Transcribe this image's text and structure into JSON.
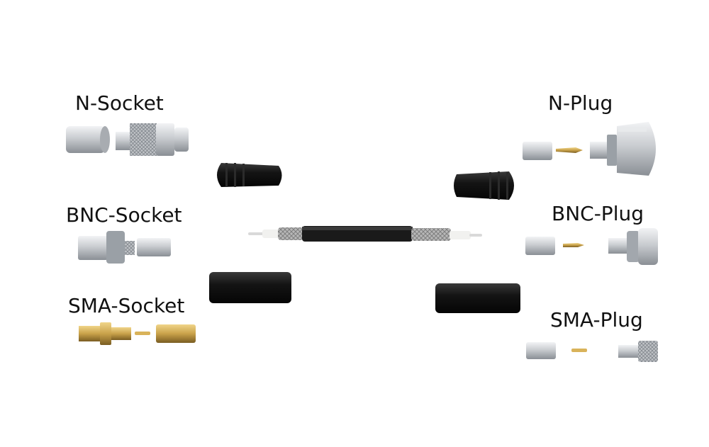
{
  "labels": {
    "n_socket": "N-Socket",
    "bnc_socket": "BNC-Socket",
    "sma_socket": "SMA-Socket",
    "n_plug": "N-Plug",
    "bnc_plug": "BNC-Plug",
    "sma_plug": "SMA-Plug"
  },
  "colors": {
    "background": "#ffffff",
    "text": "#111111",
    "metal_silver": "#c9ccd0",
    "metal_dark": "#7d8288",
    "brass": "#c9a24a",
    "rubber_black": "#141414",
    "cable_jacket": "#1a1a1a",
    "braid": "#b8b8b8",
    "dielectric": "#f1f1ef"
  }
}
